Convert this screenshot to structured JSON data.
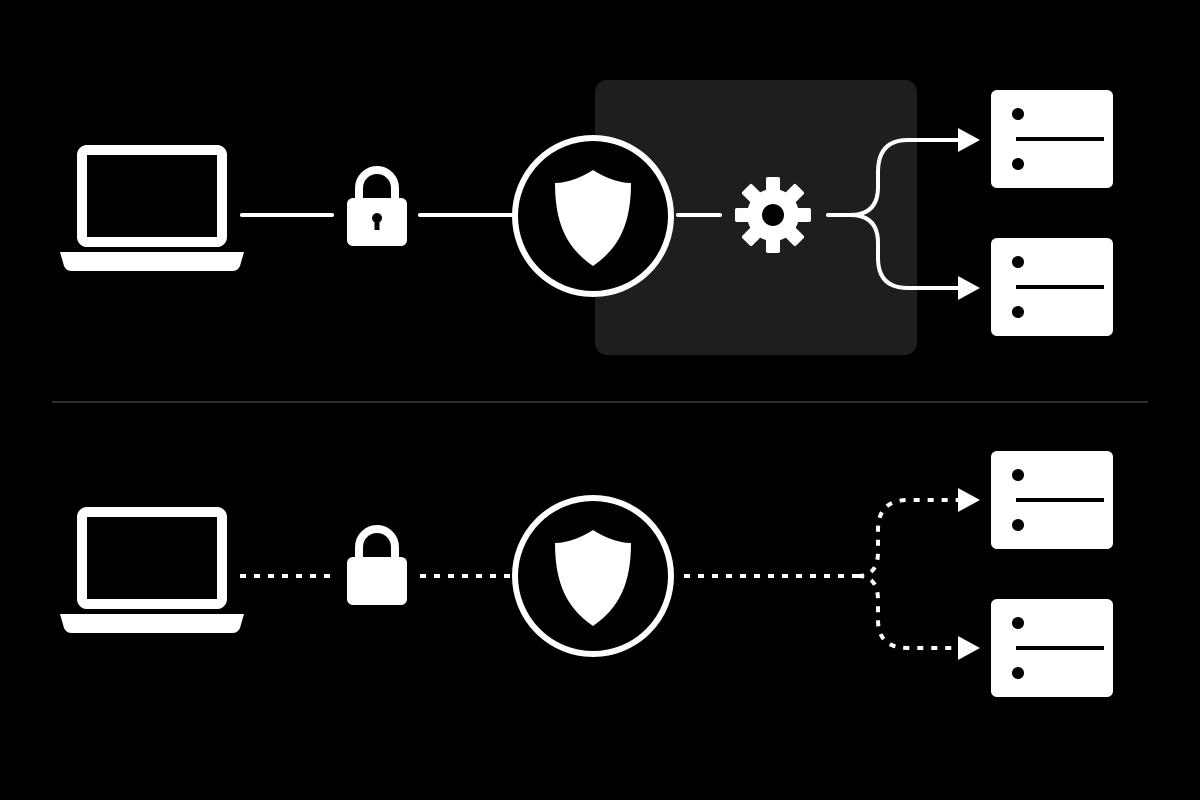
{
  "colors": {
    "background": "#000000",
    "foreground": "#ffffff",
    "highlight_panel": "#1e1e1e",
    "divider": "#2e2e2e"
  },
  "flows": [
    {
      "id": "top",
      "connector_style": "solid",
      "highlighted_stage": "processing-gear",
      "nodes": [
        "laptop-icon",
        "lock-icon",
        "shield-icon",
        "gear-icon",
        "server-icon",
        "server-icon"
      ]
    },
    {
      "id": "bottom",
      "connector_style": "dotted",
      "highlighted_stage": "",
      "nodes": [
        "laptop-icon",
        "lock-icon",
        "shield-icon",
        "server-icon",
        "server-icon"
      ]
    }
  ]
}
